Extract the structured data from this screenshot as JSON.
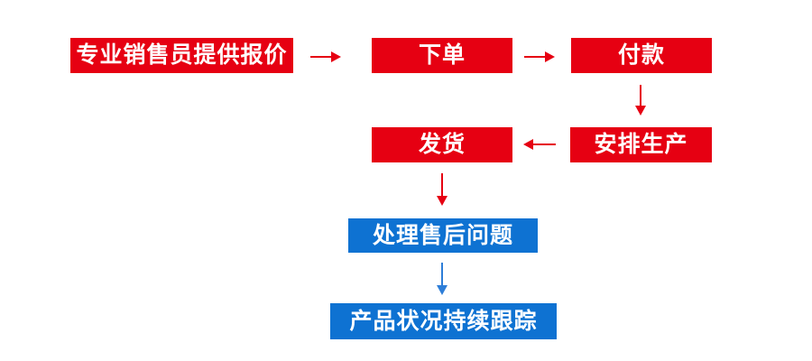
{
  "page": {
    "background": "#ffffff",
    "type": "process-flowchart"
  },
  "colors": {
    "node_red": "#e60012",
    "node_blue": "#0e72d2",
    "arrow_red": "#e60012",
    "arrow_blue": "#2e7ed8",
    "node_text": "#ffffff"
  },
  "flow": {
    "nodes": [
      {
        "id": "quote",
        "label": "专业销售员提供报价",
        "color": "red"
      },
      {
        "id": "order",
        "label": "下单",
        "color": "red"
      },
      {
        "id": "payment",
        "label": "付款",
        "color": "red"
      },
      {
        "id": "ship",
        "label": "发货",
        "color": "red"
      },
      {
        "id": "production",
        "label": "安排生产",
        "color": "red"
      },
      {
        "id": "aftersales",
        "label": "处理售后问题",
        "color": "blue"
      },
      {
        "id": "tracking",
        "label": "产品状况持续跟踪",
        "color": "blue"
      }
    ],
    "edges": [
      {
        "from": "quote",
        "to": "order",
        "direction": "right",
        "color": "red"
      },
      {
        "from": "order",
        "to": "payment",
        "direction": "right",
        "color": "red"
      },
      {
        "from": "payment",
        "to": "production",
        "direction": "down",
        "color": "red"
      },
      {
        "from": "production",
        "to": "ship",
        "direction": "left",
        "color": "red"
      },
      {
        "from": "ship",
        "to": "aftersales",
        "direction": "down",
        "color": "red"
      },
      {
        "from": "aftersales",
        "to": "tracking",
        "direction": "down",
        "color": "blue"
      }
    ]
  }
}
